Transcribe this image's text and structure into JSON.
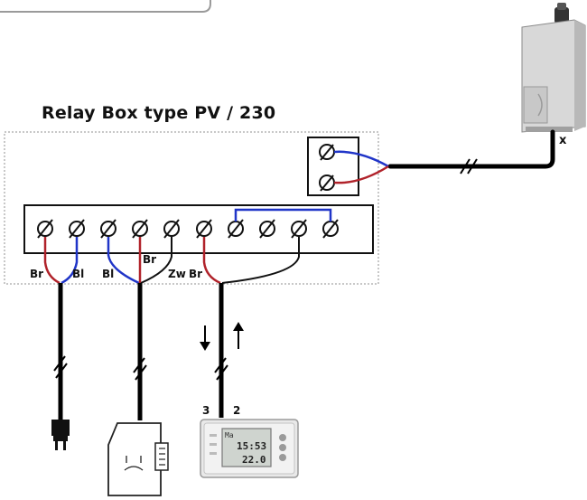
{
  "diagram": {
    "title": "Relay Box type PV / 230",
    "wire_labels": {
      "br_left": "Br",
      "bl_left": "Bl",
      "bl_mid": "Bl",
      "br_mid": "Br",
      "zw": "Zw",
      "br_right": "Br"
    },
    "thermostat_terminals": {
      "t3": "3",
      "t2": "2"
    },
    "thermostat_display": {
      "time": "15:53",
      "temp": "22.0",
      "day": "Ma"
    },
    "heater_mark": "x",
    "colors": {
      "wire_brown": "#b0222a",
      "wire_blue": "#2035c8",
      "cable_black": "#000000",
      "box_border": "#b5b5b5"
    }
  }
}
